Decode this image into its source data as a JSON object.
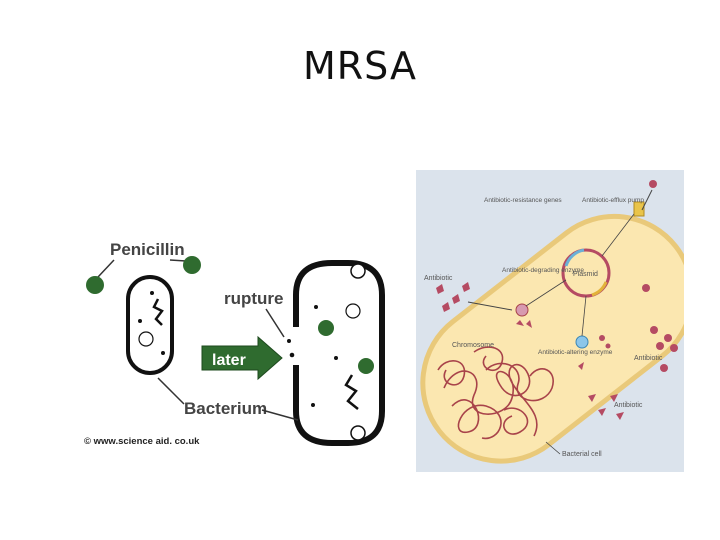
{
  "slide": {
    "title": "MRSA"
  },
  "left_diagram": {
    "labels": {
      "penicillin": "Penicillin",
      "rupture": "rupture",
      "later": "later",
      "bacterium": "Bacterium",
      "credit": "© www.science aid. co.uk"
    },
    "colors": {
      "penicillin": "#2f6b2f",
      "outline": "#111111"
    }
  },
  "right_diagram": {
    "labels": {
      "resistance_genes": "Antibiotic-resistance genes",
      "efflux_pump": "Antibiotic-efflux pump",
      "antibiotic_left": "Antibiotic",
      "degrading_enzyme": "Antibiotic-degrading enzyme",
      "plasmid": "Plasmid",
      "chromosome": "Chromosome",
      "altering_enzyme": "Antibiotic-altering enzyme",
      "antibiotic_right": "Antibiotic",
      "antibiotic_bottom": "Antibiotic",
      "bacterial_cell": "Bacterial cell"
    },
    "colors": {
      "background": "#dbe3ec",
      "cell_fill": "#fbe7b0",
      "cell_border": "#e9c97a",
      "chromosome": "#a8434a",
      "antibiotic": "#b54b63"
    }
  }
}
